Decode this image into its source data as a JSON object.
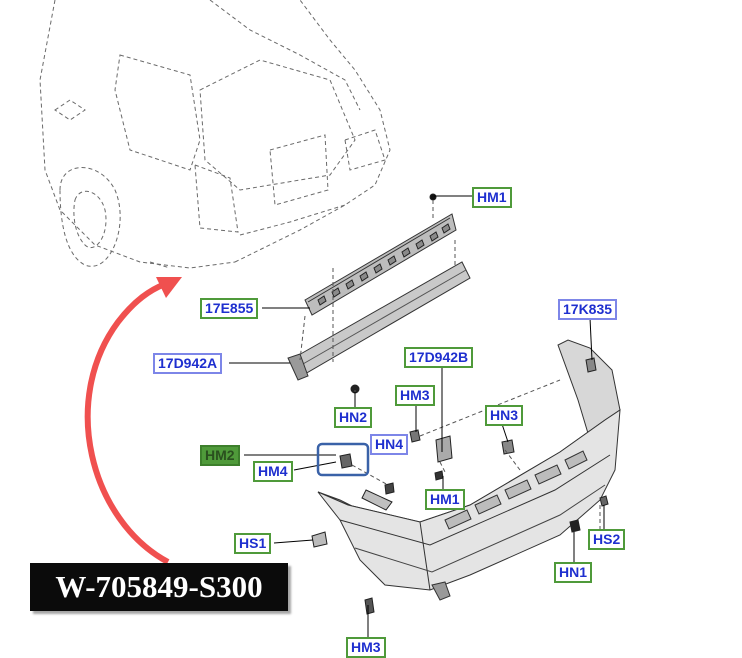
{
  "part_number": "W-705849-S300",
  "labels": {
    "hm1_top": "HM1",
    "e855": "17E855",
    "d942a": "17D942A",
    "hn2": "HN2",
    "d942b": "17D942B",
    "hm3_mid": "HM3",
    "hn4": "HN4",
    "hn3": "HN3",
    "hm2": "HM2",
    "hm4": "HM4",
    "hm1_mid": "HM1",
    "k835": "17K835",
    "hs1": "HS1",
    "hs2": "HS2",
    "hn1": "HN1",
    "hm3_bottom": "HM3"
  },
  "colors": {
    "label_text": "#1e2fcf",
    "label_border_green": "#4f9a3a",
    "label_border_blue": "#7d86e8",
    "highlight_box": "#3a62a8",
    "arrow": "#f0504f",
    "part_number_bg": "#0b0b0b"
  }
}
